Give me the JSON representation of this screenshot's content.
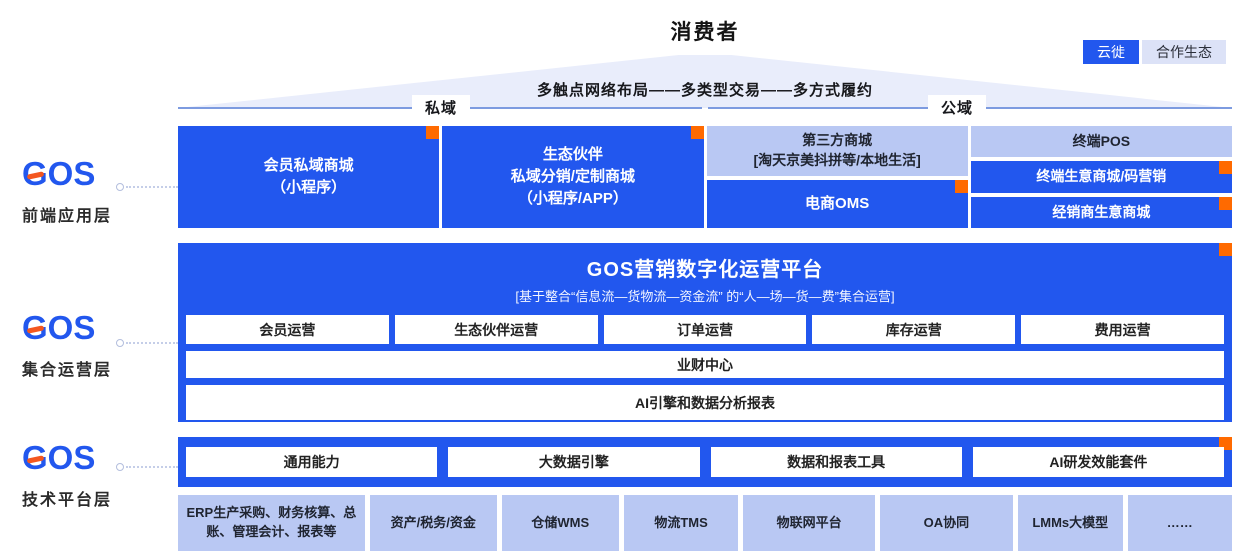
{
  "colors": {
    "primary_blue": "#2257ee",
    "lavender": "#b9c8f3",
    "accent_orange": "#ff6a00",
    "funnel_bg": "#e9edfb",
    "domain_line": "#7d9be0",
    "tab_light_bg": "#dce2f7"
  },
  "header": {
    "title": "消费者",
    "tabs": [
      {
        "label": "云徙"
      },
      {
        "label": "合作生态"
      }
    ],
    "funnel_text": "多触点网络布局——多类型交易——多方式履约",
    "domain_private": "私域",
    "domain_public": "公域"
  },
  "layers": [
    {
      "logo": "GOS",
      "label": "前端应用层"
    },
    {
      "logo": "GOS",
      "label": "集合运营层"
    },
    {
      "logo": "GOS",
      "label": "技术平台层"
    }
  ],
  "front_layer": {
    "member_mall": {
      "lines": [
        "会员私域商城",
        "（小程序）"
      ]
    },
    "partner_mall": {
      "lines": [
        "生态伙伴",
        "私域分销/定制商城",
        "（小程序/APP）"
      ]
    },
    "third_party": {
      "lines": [
        "第三方商城",
        "[淘天京美抖拼等/本地生活]"
      ]
    },
    "ecom_oms": "电商OMS",
    "terminal_pos": "终端POS",
    "terminal_mall": "终端生意商城/码营销",
    "dealer_mall": "经销商生意商城"
  },
  "platform_layer": {
    "title": "GOS营销数字化运营平台",
    "subtitle": "[基于整合“信息流—货物流—资金流” 的“人—场—货—费”集合运营]",
    "ops": [
      "会员运营",
      "生态伙伴运营",
      "订单运营",
      "库存运营",
      "费用运营"
    ],
    "finance_center": "业财中心",
    "ai_reports": "AI引擎和数据分析报表"
  },
  "tech_layer": {
    "capabilities": [
      "通用能力",
      "大数据引擎",
      "数据和报表工具",
      "AI研发效能套件"
    ],
    "systems": [
      "ERP生产采购、财务核算、总账、管理会计、报表等",
      "资产/税务/资金",
      "仓储WMS",
      "物流TMS",
      "物联网平台",
      "OA协同",
      "LMMs大模型",
      "……"
    ]
  }
}
